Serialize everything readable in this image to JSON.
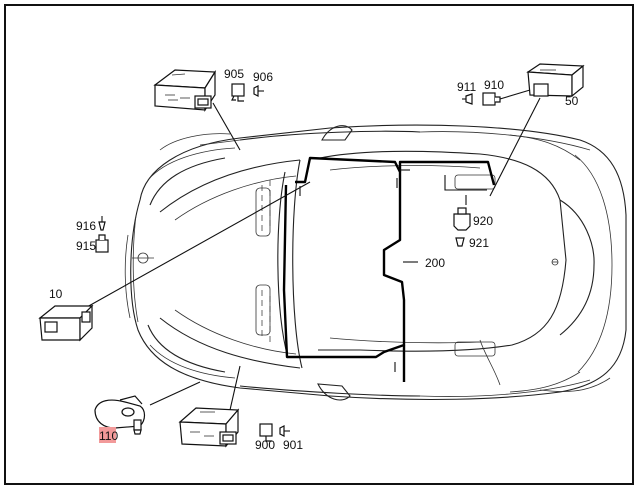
{
  "labels": {
    "c905": "905",
    "c906": "906",
    "c911": "911",
    "c910": "910",
    "c50": "50",
    "c916": "916",
    "c915": "915",
    "c10": "10",
    "c920": "920",
    "c921": "921",
    "c200": "200",
    "c110": "110",
    "c900": "900",
    "c901": "901"
  },
  "colors": {
    "highlight": "#f29a9a",
    "line": "#000000"
  }
}
